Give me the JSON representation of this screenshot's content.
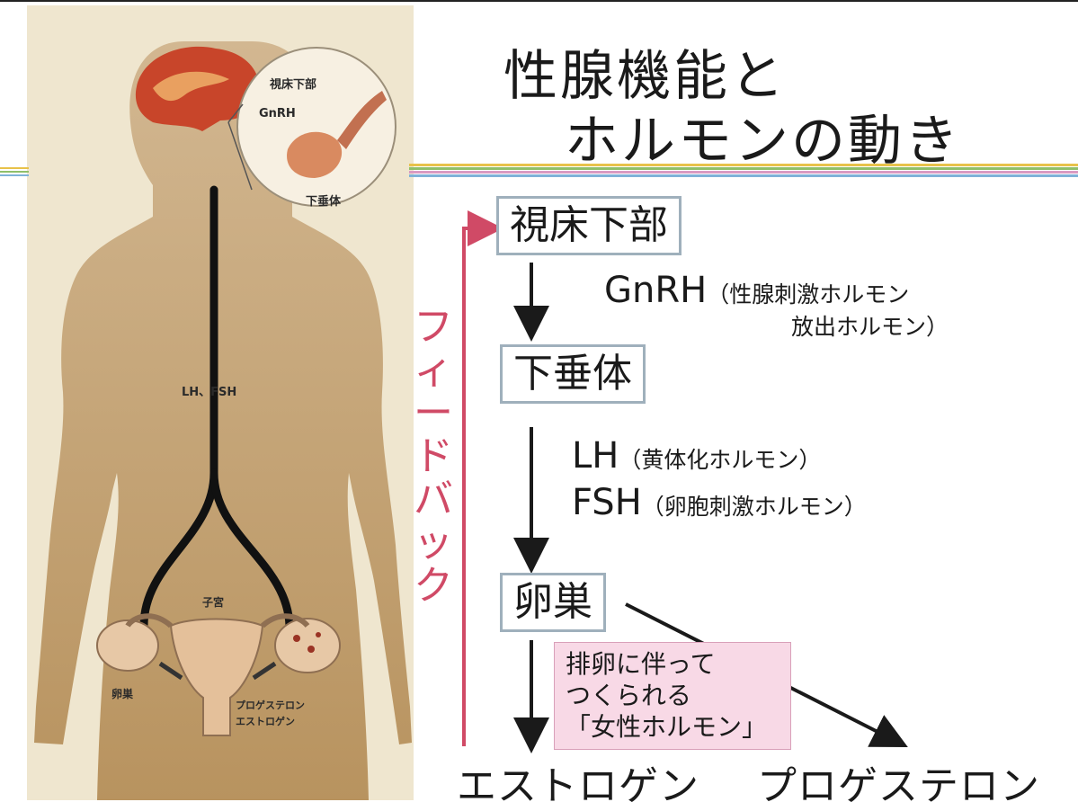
{
  "title": {
    "line1": "性腺機能と",
    "line2": "ホルモンの動き"
  },
  "illustration": {
    "hypothalamus_label": "視床下部",
    "gnrh_label": "GnRH",
    "pituitary_label": "下垂体",
    "lh_fsh_label": "LH、FSH",
    "uterus_label": "子宮",
    "ovary_label": "卵巣",
    "hormones_label_1": "プロゲステロン",
    "hormones_label_2": "エストロゲン"
  },
  "flow": {
    "hypothalamus": "視床下部",
    "gnrh_abbr": "GnRH",
    "gnrh_desc_1": "（性腺刺激ホルモン",
    "gnrh_desc_2": "放出ホルモン）",
    "pituitary": "下垂体",
    "lh_abbr": "LH",
    "lh_desc": "（黄体化ホルモン）",
    "fsh_abbr": "FSH",
    "fsh_desc": "（卵胞刺激ホルモン）",
    "ovary": "卵巣",
    "feedback": "フィードバック",
    "female_hormone_note": [
      "排卵に伴って",
      "つくられる",
      "「女性ホルモン」"
    ],
    "estrogen": "エストロゲン",
    "progesterone": "プロゲステロン"
  },
  "colors": {
    "feedback": "#d04a66",
    "box_border": "#9fb0bc",
    "note_bg": "#f8d9e6",
    "body_skin": "#c9a67a",
    "panel_bg": "#ede3c9"
  }
}
